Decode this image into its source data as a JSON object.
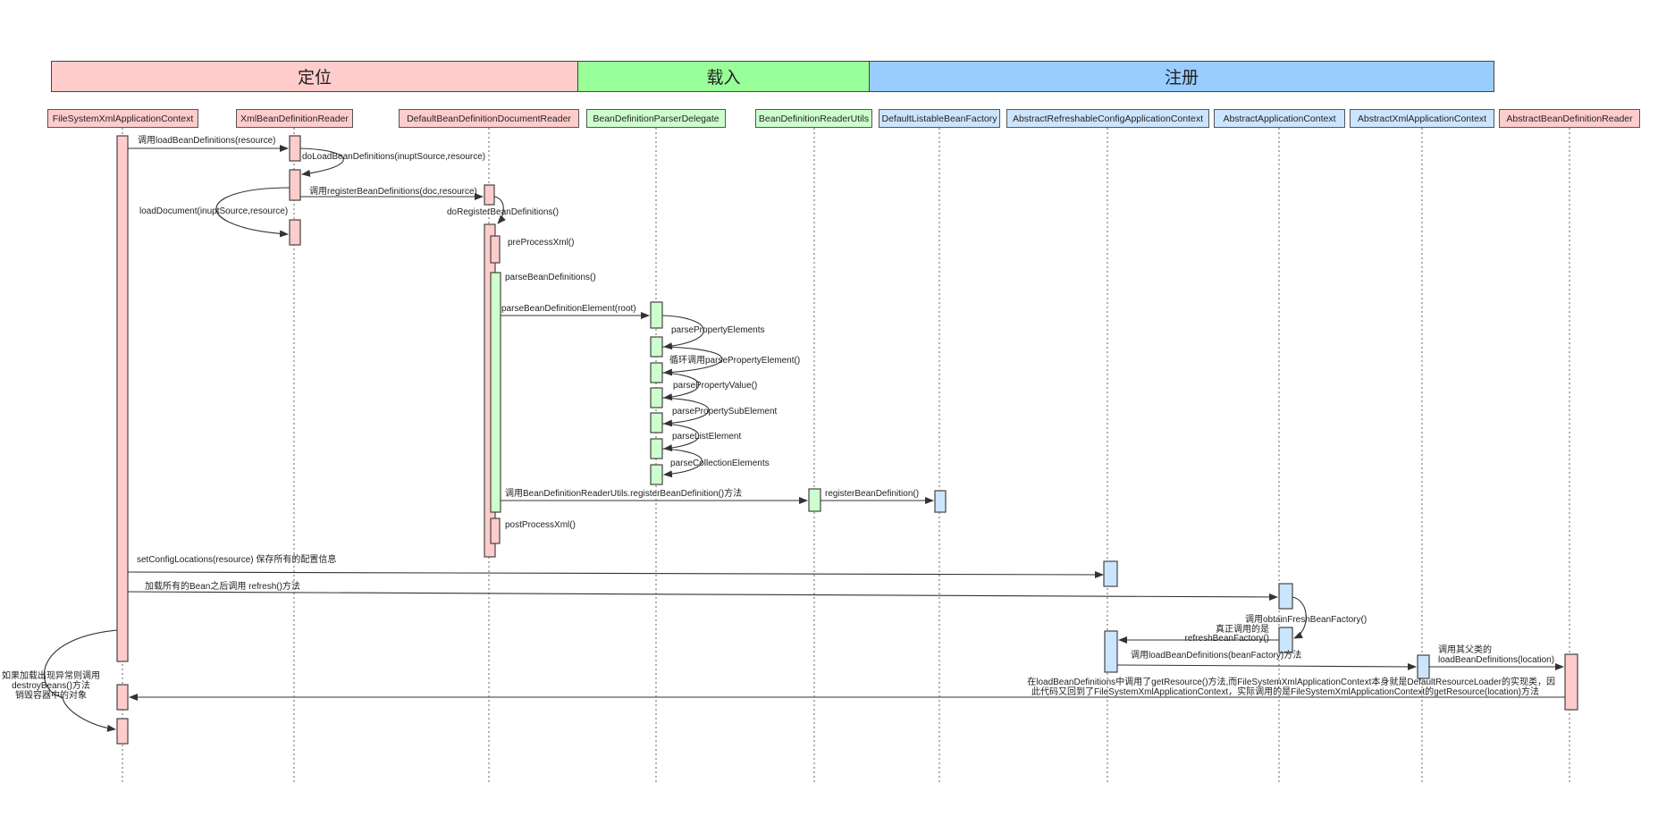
{
  "phases": [
    {
      "label": "定位",
      "color": "#ffcccc"
    },
    {
      "label": "载入",
      "color": "#99ff99"
    },
    {
      "label": "注册",
      "color": "#99ccff"
    }
  ],
  "participants": [
    {
      "name": "FileSystemXmlApplicationContext",
      "color": "#ffcccc"
    },
    {
      "name": "XmlBeanDefinitionReader",
      "color": "#ffcccc"
    },
    {
      "name": "DefaultBeanDefinitionDocumentReader",
      "color": "#ffcccc"
    },
    {
      "name": "BeanDefinitionParserDelegate",
      "color": "#ccffcc"
    },
    {
      "name": "BeanDefinitionReaderUtils",
      "color": "#ccffcc"
    },
    {
      "name": "DefaultListableBeanFactory",
      "color": "#cce5ff"
    },
    {
      "name": "AbstractRefreshableConfigApplicationContext",
      "color": "#cce5ff"
    },
    {
      "name": "AbstractApplicationContext",
      "color": "#cce5ff"
    },
    {
      "name": "AbstractXmlApplicationContext",
      "color": "#cce5ff"
    },
    {
      "name": "AbstractBeanDefinitionReader",
      "color": "#ffcccc"
    }
  ],
  "messages": {
    "m1": "调用loadBeanDefinitions(resource)",
    "m2": "doLoadBeanDefinitions(inuptSource,resource)",
    "m3": "调用registerBeanDefinitions(doc,resource)",
    "m4": "loadDocument(inuptSource,resource)",
    "m5": "doRegisterBeanDefinitions()",
    "m6": "preProcessXml()",
    "m7": "parseBeanDefinitions()",
    "m8": "parseBeanDefinitionElement(root)",
    "m9": "parsePropertyElements",
    "m10": "循环调用parsePropertyElement()",
    "m11": "parsePropertyValue()",
    "m12": "parsePropertySubElement",
    "m13": "parseListElement",
    "m14": "parseCollectionElements",
    "m15": "调用BeanDefinitionReaderUtils.registerBeanDefinition()方法",
    "m16": "registerBeanDefinition()",
    "m17": "postProcessXml()",
    "m18": "setConfigLocations(resource)  保存所有的配置信息",
    "m19": "加载所有的Bean之后调用 refresh()方法",
    "m20": "调用obtainFreshBeanFactory()",
    "m21": "真正调用的是",
    "m22": "refreshBeanFactory()",
    "m23": "调用loadBeanDefinitions(beanFactory)方法",
    "m24a": "调用其父类的",
    "m24b": "loadBeanDefinitions(location)",
    "m25a": "在loadBeanDefinitions中调用了getResource()方法,而FileSystemXmlApplicationContext本身就是DefaultResourceLoader的实现类，因",
    "m25b": "此代码又回到了FileSystemXmlApplicationContext，实际调用的是FileSystemXmlApplicationContext的getResource(location)方法",
    "m26a": "如果加载出现异常则调用",
    "m26b": "destroyBeans()方法",
    "m26c": "销毁容器中的对象"
  }
}
